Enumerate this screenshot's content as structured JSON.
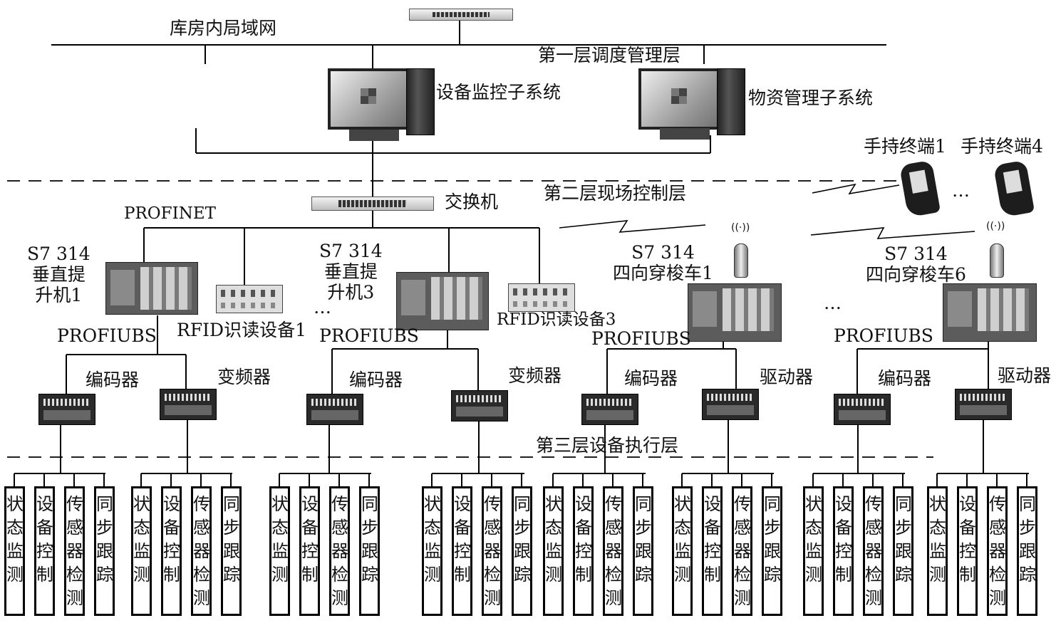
{
  "labels": {
    "lan": "库房内局域网",
    "layer1": "第一层调度管理层",
    "layer2": "第二层现场控制层",
    "layer3": "第三层设备执行层",
    "equip_monitor": "设备监控子系统",
    "material_mgmt": "物资管理子系统",
    "handheld1": "手持终端1",
    "handheld4": "手持终端4",
    "switch": "交换机",
    "profinet": "PROFINET",
    "ellipsis": "…"
  },
  "controllers": [
    {
      "line1": "S7 314",
      "line2": "垂直提",
      "line3": "升机1",
      "bus": "PROFIUBS",
      "left_device": "编码器",
      "right_device": "变频器"
    },
    {
      "line1": "S7 314",
      "line2": "垂直提",
      "line3": "升机3",
      "bus": "PROFIUBS",
      "left_device": "编码器",
      "right_device": "变频器"
    },
    {
      "line1": "S7 314",
      "line2": "四向穿梭车1",
      "bus": "PROFIUBS",
      "left_device": "编码器",
      "right_device": "驱动器"
    },
    {
      "line1": "S7 314",
      "line2": "四向穿梭车6",
      "bus": "PROFIUBS",
      "left_device": "编码器",
      "right_device": "驱动器"
    }
  ],
  "rfid": [
    "RFID识读设备1",
    "RFID识读设备3"
  ],
  "functions": [
    "状态监测",
    "设备控制",
    "传感器检测",
    "同步跟踪"
  ],
  "colors": {
    "line": "#000000",
    "device": "#3a3a3a"
  }
}
